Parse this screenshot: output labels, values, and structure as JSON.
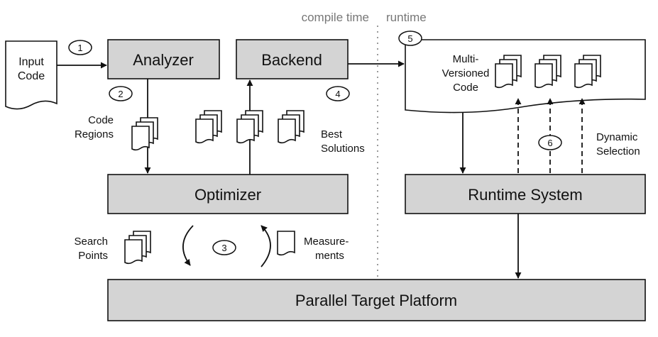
{
  "phases": {
    "compile_time": "compile time",
    "runtime": "runtime"
  },
  "input": {
    "line1": "Input",
    "line2": "Code"
  },
  "boxes": {
    "analyzer": "Analyzer",
    "backend": "Backend",
    "optimizer": "Optimizer",
    "runtime_system": "Runtime System",
    "platform": "Parallel Target Platform"
  },
  "labels": {
    "code_regions": [
      "Code",
      "Regions"
    ],
    "best_solutions": [
      "Best",
      "Solutions"
    ],
    "search_points": [
      "Search",
      "Points"
    ],
    "measurements": [
      "Measure-",
      "ments"
    ],
    "multi_versioned": [
      "Multi-",
      "Versioned",
      "Code"
    ],
    "dynamic_selection": [
      "Dynamic",
      "Selection"
    ]
  },
  "steps": [
    "1",
    "2",
    "3",
    "4",
    "5",
    "6"
  ],
  "colors": {
    "box_fill": "#d4d4d4",
    "stroke": "#111111",
    "divider": "#9a9a9a"
  }
}
